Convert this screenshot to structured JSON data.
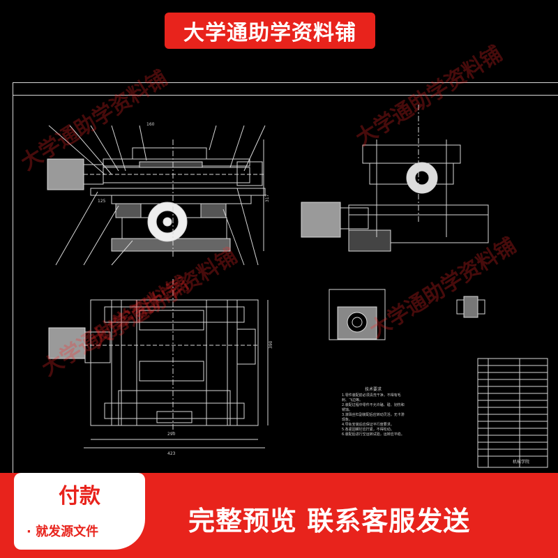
{
  "banner": {
    "text": "大学通助学资料铺"
  },
  "watermark": {
    "text": "大学通助学资料铺"
  },
  "drawing": {
    "notes_title": "技术要求",
    "notes": [
      "1.零件装配前必须清洗干净，不得有毛刺、飞边等。",
      "2.装配过程中零件不允许磕、碰、划伤和锈蚀。",
      "3.滚珠丝杠副装配后应转动灵活，无卡滞现象。",
      "4.导轨安装后应保证平行度要求。",
      "5.各紧固螺钉应拧紧，不得松动。",
      "6.装配后进行空运转试验，运转应平稳。"
    ],
    "title_block_label": "机械学院",
    "dimension_labels": [
      "317",
      "290",
      "390",
      "423",
      "160",
      "125"
    ]
  },
  "footer": {
    "pay_title": "付款",
    "pay_subtitle": "· 就发源文件",
    "slogan": "完整预览  联系客服发送"
  },
  "colors": {
    "accent": "#e8231c",
    "line": "#d8d8d8",
    "background": "#000000"
  }
}
